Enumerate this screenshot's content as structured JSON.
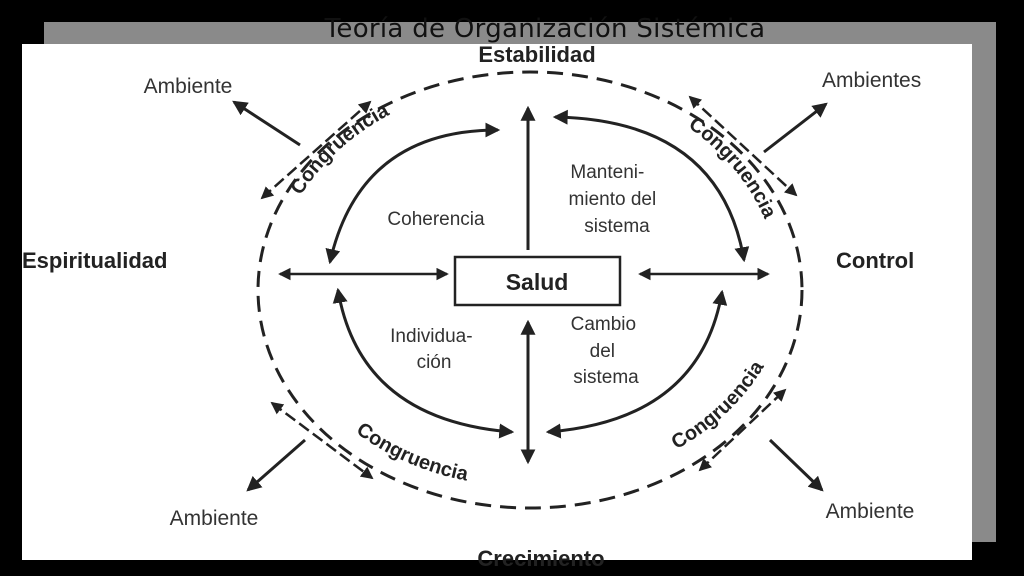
{
  "slide": {
    "title": "Teoría de Organización Sistémica"
  },
  "diagram": {
    "center": "Salud",
    "poles": {
      "top": "Estabilidad",
      "bottom": "Crecimiento",
      "left": "Espiritualidad",
      "right": "Control"
    },
    "quadrants": {
      "coherencia": "Coherencia",
      "mantenimiento": [
        "Manteni-",
        "miento del",
        "sistema"
      ],
      "individuacion": [
        "Individua-",
        "ción"
      ],
      "cambio": [
        "Cambio",
        "del",
        "sistema"
      ]
    },
    "congruencia": "Congruencia",
    "ambiente": {
      "top_left": "Ambiente",
      "top_right": "Ambientes",
      "bottom_left": "Ambiente",
      "bottom_right": "Ambiente"
    }
  }
}
